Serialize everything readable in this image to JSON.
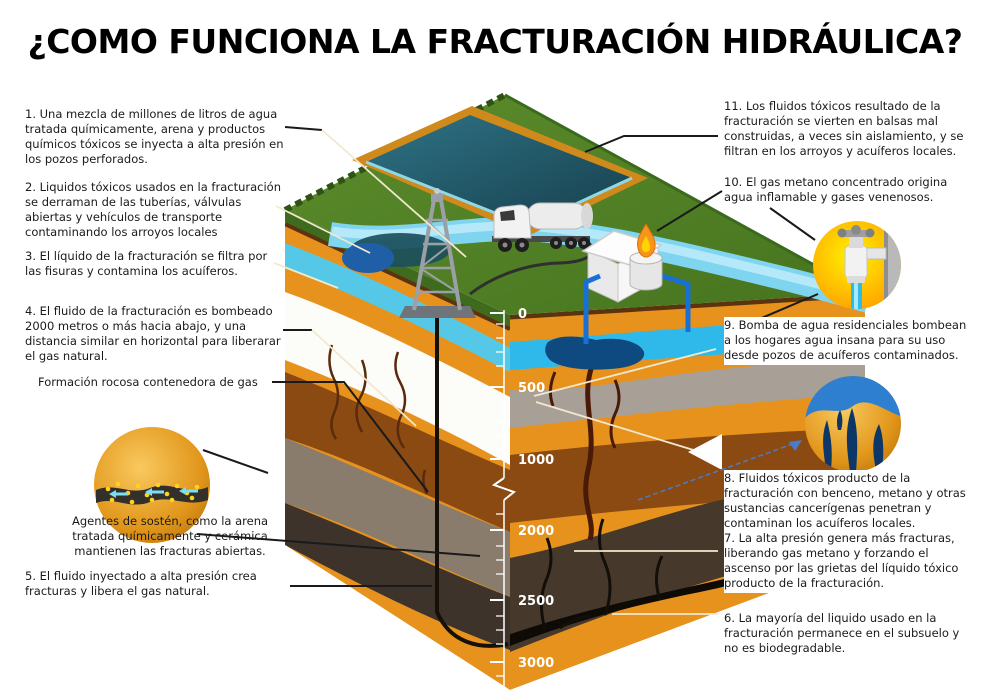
{
  "title": "¿COMO FUNCIONA LA FRACTURACIÓN HIDRÁULICA?",
  "callouts": {
    "c1": "1. Una mezcla de millones de litros de agua\ntratada químicamente, arena y productos\nquímicos tóxicos se inyecta a alta presión en\nlos pozos perforados.",
    "c2": "2. Liquidos tóxicos usados en la fracturación\nse derraman de las tuberías, válvulas\nabiertas y vehículos de transporte\ncontaminando los arroyos locales",
    "c3": "3. El líquido de la fracturación se filtra por\nlas fisuras y contamina los acuíferos.",
    "c4": "4. El fluido de la fracturación es bombeado\n2000 metros o más hacia abajo, y una\ndistancia similar en horizontal para liberarar\nel gas natural.",
    "formation": "Formación rocosa contenedora de gas",
    "proppant": "Agentes de sostén, como la arena\ntratada químicamente y cerámica\nmantienen las fracturas abiertas.",
    "c5": "5. El fluido inyectado a alta presión crea\nfracturas y libera el gas natural.",
    "c11": "11. Los fluidos tóxicos resultado de la\nfracturación se vierten en balsas mal\nconstruidas, a veces sin aislamiento, y se\nfiltran en los arroyos y acuíferos locales.",
    "c10": "10. El gas metano concentrado origina\nagua inflamable y gases venenosos.",
    "c9": "9. Bomba de agua residenciales bombean\na los hogares agua insana para su uso\ndesde pozos de acuíferos contaminados.",
    "c8": "8. Fluidos tóxicos producto de la\nfracturación con benceno, metano y otras\nsustancias cancerígenas penetran y\ncontaminan los acuíferos locales.",
    "c7": "7. La alta presión genera más fracturas,\nliberando gas metano y forzando el\nascenso por las grietas del líquido tóxico\nproducto de la fracturación.",
    "c6": "6. La mayoría del liquido usado en la\nfracturación permanece en el subsuelo y\nno es biodegradable."
  },
  "depth_ticks": [
    "0",
    "500",
    "1000",
    "2000",
    "2500",
    "3000"
  ],
  "colors": {
    "surface_green": "#527F26",
    "soil_orange": "#E8921E",
    "aquifer_blue": "#2FB9EA",
    "river_blue": "#7FD4F0",
    "pond_teal": "#1C4F5C",
    "grey_band": "#A8A096",
    "brown_band": "#8B4A12",
    "gas_layer_dark": "#46392C",
    "pipe_blue": "#1A6FD4",
    "flame_orange": "#F7941D",
    "callout_black": "#1A1A1A",
    "callout_cream": "#F2E8CE"
  }
}
